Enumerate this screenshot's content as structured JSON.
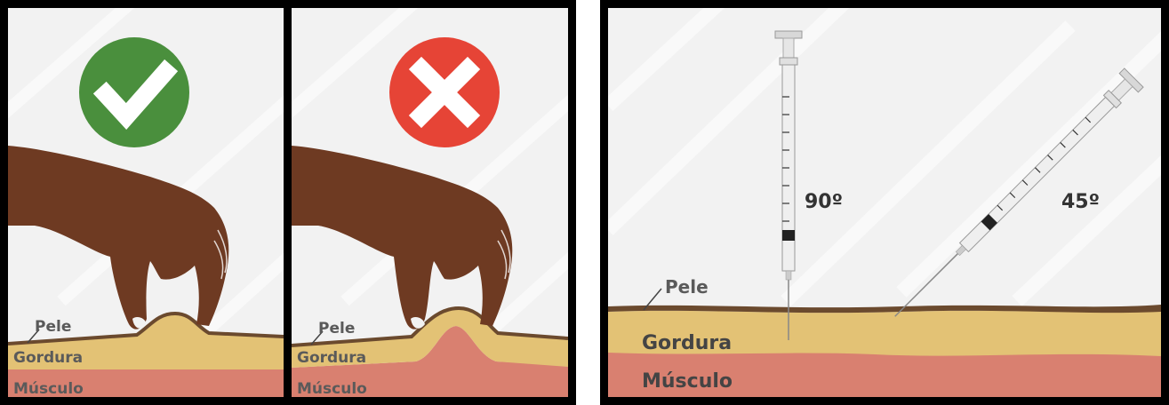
{
  "panels": {
    "correct": {
      "status_icon": "check-mark-icon",
      "status_color": "#4a8f3d",
      "labels": {
        "skin": "Pele",
        "fat": "Gordura",
        "muscle": "Músculo"
      }
    },
    "wrong": {
      "status_icon": "x-mark-icon",
      "status_color": "#e64436",
      "labels": {
        "skin": "Pele",
        "fat": "Gordura",
        "muscle": "Músculo"
      }
    },
    "angles": {
      "labels": {
        "skin": "Pele",
        "fat": "Gordura",
        "muscle": "Músculo"
      },
      "syringe_vertical_angle": "90º",
      "syringe_diagonal_angle": "45º"
    }
  },
  "colors": {
    "skin": "#6b4a2e",
    "fat": "#e3c275",
    "muscle": "#d98070",
    "hand": "#6e3a22",
    "background": "#f2f2f2",
    "border": "#000000"
  }
}
